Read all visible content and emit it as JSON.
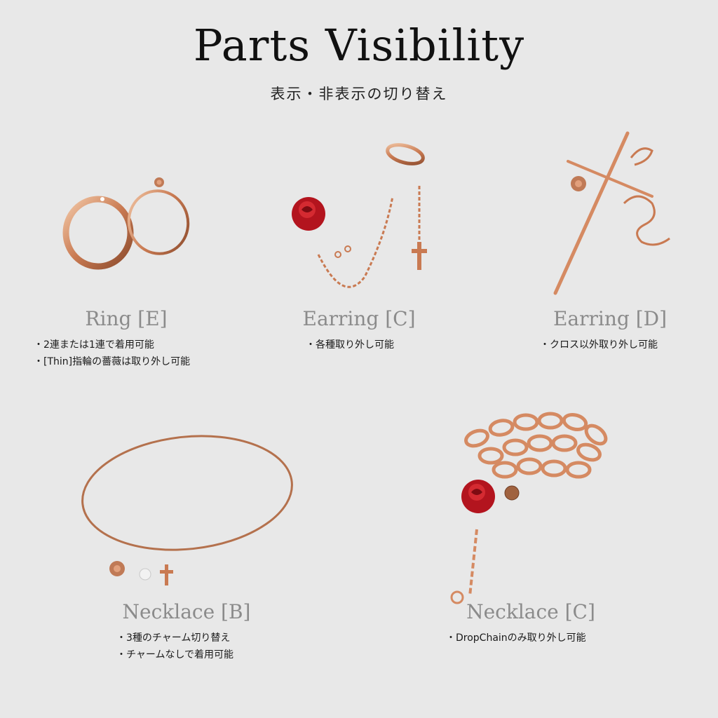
{
  "header": {
    "title": "Parts Visibility",
    "subtitle": "表示・非表示の切り替え"
  },
  "items": [
    {
      "label": "Ring [E]",
      "notes": [
        "・2連または1連で着用可能",
        "・[Thin]指輪の薔薇は取り外し可能"
      ]
    },
    {
      "label": "Earring [C]",
      "notes": [
        "・各種取り外し可能"
      ]
    },
    {
      "label": "Earring [D]",
      "notes": [
        "・クロス以外取り外し可能"
      ]
    },
    {
      "label": "Necklace [B]",
      "notes": [
        "・3種のチャーム切り替え",
        "・チャームなしで着用可能"
      ]
    },
    {
      "label": "Necklace [C]",
      "notes": [
        "・DropChainのみ取り外し可能"
      ]
    }
  ],
  "colors": {
    "background": "#e8e8e8",
    "rose_gold": "#d58a62",
    "rose_red": "#b3141e",
    "label_gray": "#8b8b8b"
  }
}
